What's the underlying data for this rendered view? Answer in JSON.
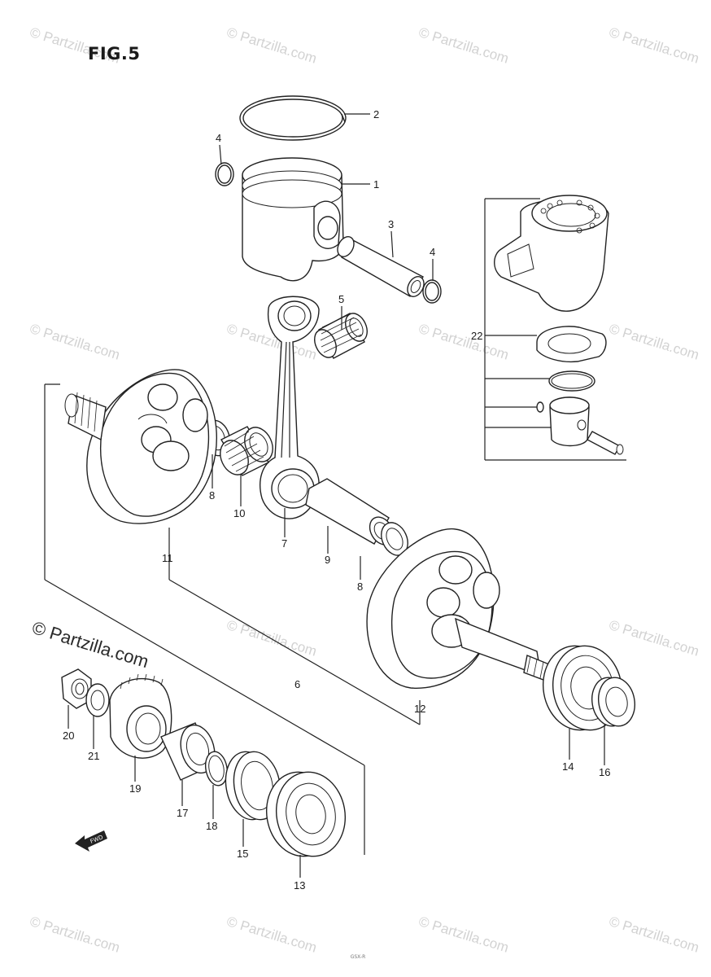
{
  "figure": {
    "title": "FIG.5"
  },
  "watermark": {
    "text": "© Partzilla.com",
    "big_text": "© Partzilla.com"
  },
  "fwd_label": "FWD",
  "footer_text": "GSX-R",
  "callouts": {
    "c1": "1",
    "c2": "2",
    "c3": "3",
    "c4a": "4",
    "c4b": "4",
    "c5": "5",
    "c6": "6",
    "c7": "7",
    "c8a": "8",
    "c8b": "8",
    "c9": "9",
    "c10": "10",
    "c11": "11",
    "c12": "12",
    "c13": "13",
    "c14": "14",
    "c15": "15",
    "c16": "16",
    "c17": "17",
    "c18": "18",
    "c19": "19",
    "c20": "20",
    "c21": "21",
    "c22": "22"
  },
  "parts_icons": [
    "piston-icon",
    "piston-ring-icon",
    "piston-pin-icon",
    "circlip-icon",
    "needle-bearing-icon",
    "crank-half-icon",
    "connecting-rod-icon",
    "crank-pin-icon",
    "bearing-icon",
    "oil-seal-icon",
    "nut-icon",
    "gear-icon",
    "cylinder-icon",
    "gasket-icon"
  ]
}
